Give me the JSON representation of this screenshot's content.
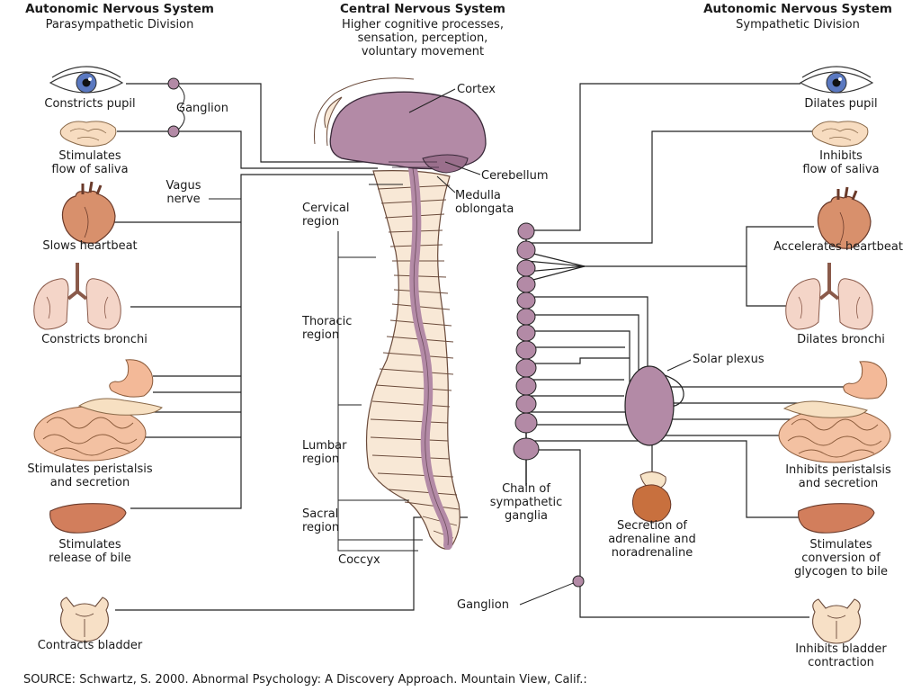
{
  "headers": {
    "left": {
      "title": "Autonomic Nervous System",
      "subtitle": "Parasympathetic Division"
    },
    "center": {
      "title": "Central Nervous System",
      "lines": [
        "Higher cognitive processes,",
        "sensation, perception,",
        "voluntary movement"
      ]
    },
    "right": {
      "title": "Autonomic Nervous System",
      "subtitle": "Sympathetic Division"
    }
  },
  "parasympathetic": {
    "eye": "Constricts pupil",
    "saliva": [
      "Stimulates",
      "flow of saliva"
    ],
    "heart": "Slows heartbeat",
    "lungs": "Constricts bronchi",
    "digestion": [
      "Stimulates peristalsis",
      "and secretion"
    ],
    "liver": [
      "Stimulates",
      "release of bile"
    ],
    "bladder": "Contracts bladder",
    "ganglion": "Ganglion",
    "vagus": [
      "Vagus",
      "nerve"
    ]
  },
  "cns": {
    "cortex": "Cortex",
    "cerebellum": "Cerebellum",
    "medulla": [
      "Medulla",
      "oblongata"
    ],
    "cervical": [
      "Cervical",
      "region"
    ],
    "thoracic": [
      "Thoracic",
      "region"
    ],
    "lumbar": [
      "Lumbar",
      "region"
    ],
    "sacral": [
      "Sacral",
      "region"
    ],
    "coccyx": "Coccyx",
    "chain": [
      "Chain of",
      "sympathetic",
      "ganglia"
    ]
  },
  "sympathetic": {
    "eye": "Dilates pupil",
    "saliva": [
      "Inhibits",
      "flow of saliva"
    ],
    "heart": "Accelerates heartbeat",
    "lungs": "Dilates bronchi",
    "solar": "Solar plexus",
    "adrenal": [
      "Secretion of",
      "adrenaline and",
      "noradrenaline"
    ],
    "digestion": [
      "Inhibits peristalsis",
      "and secretion"
    ],
    "liver": [
      "Stimulates",
      "conversion of",
      "glycogen to bile"
    ],
    "ganglion": "Ganglion",
    "bladder": [
      "Inhibits bladder",
      "contraction"
    ]
  },
  "source": "SOURCE: Schwartz, S. 2000. Abnormal Psychology: A Discovery Approach. Mountain View, Calif.:",
  "colors": {
    "nerve": "#b38aa6",
    "organ": "#e9a77f",
    "bone": "#f8e8d6",
    "lung": "#f4d5c8",
    "iris": "#5a78c0"
  }
}
